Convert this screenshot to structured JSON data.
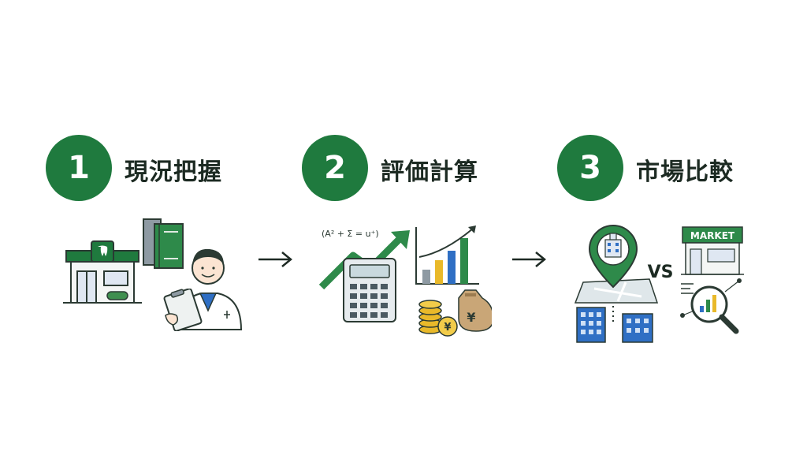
{
  "steps": [
    {
      "number": "1",
      "title": "現況把握"
    },
    {
      "number": "2",
      "title": "評価計算"
    },
    {
      "number": "3",
      "title": "市場比較"
    }
  ],
  "illustrations": {
    "formula": "(A² + Σ = u⁺)",
    "yen_symbol": "¥",
    "vs_label": "VS",
    "market_sign": "MARKET"
  },
  "icons": [
    "dental-clinic-icon",
    "books-icon",
    "doctor-icon",
    "clipboard-icon",
    "calculator-icon",
    "growth-arrow-icon",
    "bar-chart-icon",
    "coin-stack-icon",
    "money-bag-icon",
    "map-pin-icon",
    "office-building-icon",
    "market-storefront-icon",
    "magnifier-chart-icon",
    "arrow-right-icon"
  ],
  "colors": {
    "primary_green": "#1f7a3e",
    "dark_outline": "#2b3a33",
    "blue": "#2f6fc4",
    "gold": "#e9b92a"
  }
}
